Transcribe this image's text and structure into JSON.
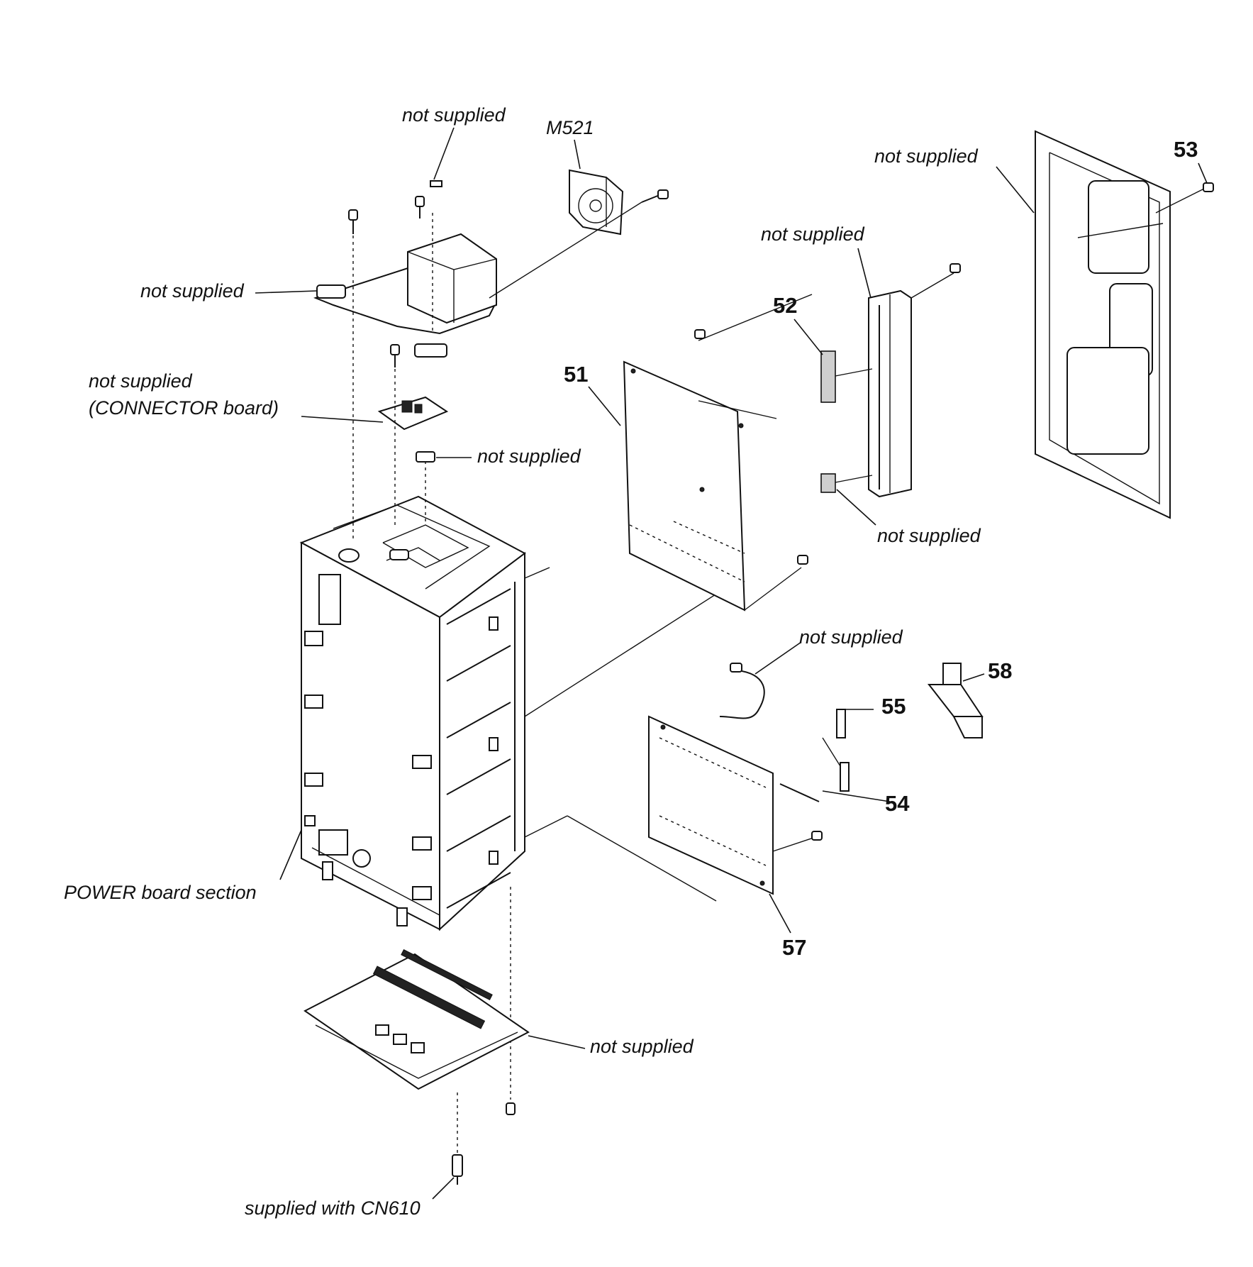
{
  "labels": {
    "top_not_supplied": "not supplied",
    "m521": "M521",
    "left_not_supplied": "not supplied",
    "connector_not_supplied": "not supplied",
    "connector_board": "(CONNECTOR board)",
    "small_not_supplied": "not supplied",
    "power_board": "POWER board section",
    "bottom_not_supplied": "not supplied",
    "cn610": "supplied with CN610",
    "n51": "51",
    "n52": "52",
    "n53": "53",
    "n54": "54",
    "n55": "55",
    "n57": "57",
    "n58": "58",
    "p52_not_supplied_top": "not supplied",
    "p52_not_supplied_bottom": "not supplied",
    "p53_not_supplied": "not supplied",
    "cable_not_supplied": "not supplied"
  }
}
